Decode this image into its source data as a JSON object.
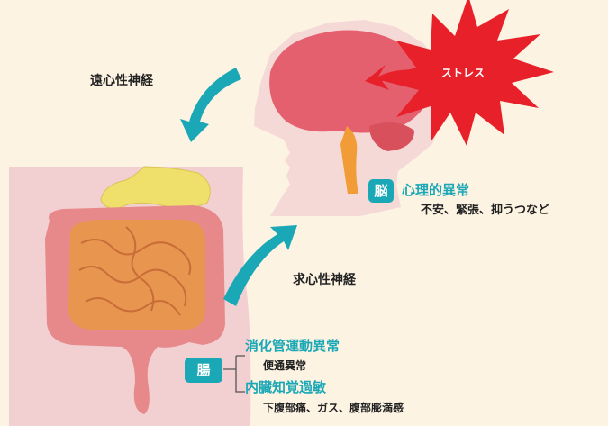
{
  "top_arrow_label": "遠心性神経",
  "bottom_arrow_label": "求心性神経",
  "stress_label": "ストレス",
  "brain": {
    "badge": "脳",
    "title": "心理的異常",
    "detail": "不安、緊張、抑うつなど"
  },
  "gut": {
    "badge": "腸",
    "item1_title": "消化管運動異常",
    "item1_detail": "便通異常",
    "item2_title": "内臓知覚過敏",
    "item2_detail": "下腹部痛、ガス、腹部膨満感"
  },
  "colors": {
    "teal": "#1aa8b6",
    "stress_red": "#e8202a",
    "skin": "#f2cfd0",
    "brain": "#e5606f",
    "intestine": "#e89550"
  }
}
